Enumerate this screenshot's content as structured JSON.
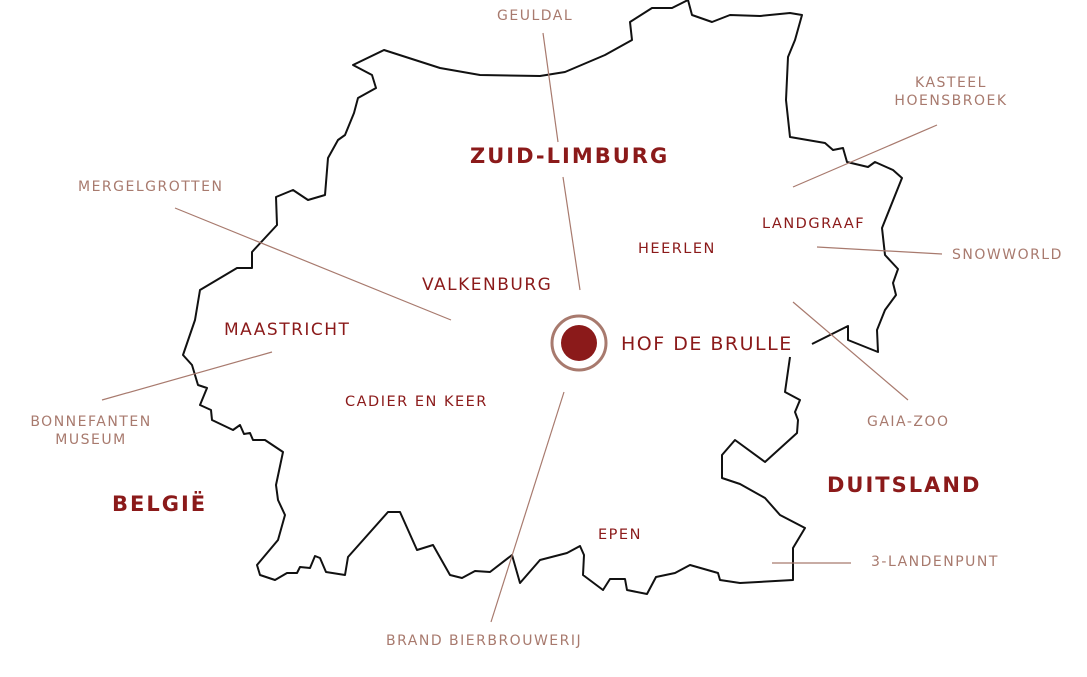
{
  "colors": {
    "outline": "#111111",
    "accent": "#8b1a1a",
    "leader": "#a87a6e"
  },
  "regions": {
    "main": "ZUID-LIMBURG",
    "belgium": "BELGIË",
    "germany": "DUITSLAND"
  },
  "marker": {
    "label": "HOF DE BRULLE",
    "icon": "location-dot-icon"
  },
  "towns": [
    "VALKENBURG",
    "MAASTRICHT",
    "HEERLEN",
    "LANDGRAAF",
    "CADIER EN KEER",
    "EPEN"
  ],
  "poi": {
    "geuldal": "GEULDAL",
    "kasteel_1": "KASTEEL",
    "kasteel_2": "HOENSBROEK",
    "mergelgrotten": "MERGELGROTTEN",
    "snowworld": "SNOWWORLD",
    "gaia": "GAIA-ZOO",
    "bonnefanten_1": "BONNEFANTEN",
    "bonnefanten_2": "MUSEUM",
    "brand": "BRAND BIERBROUWERIJ",
    "landenpunt": "3-LANDENPUNT"
  }
}
